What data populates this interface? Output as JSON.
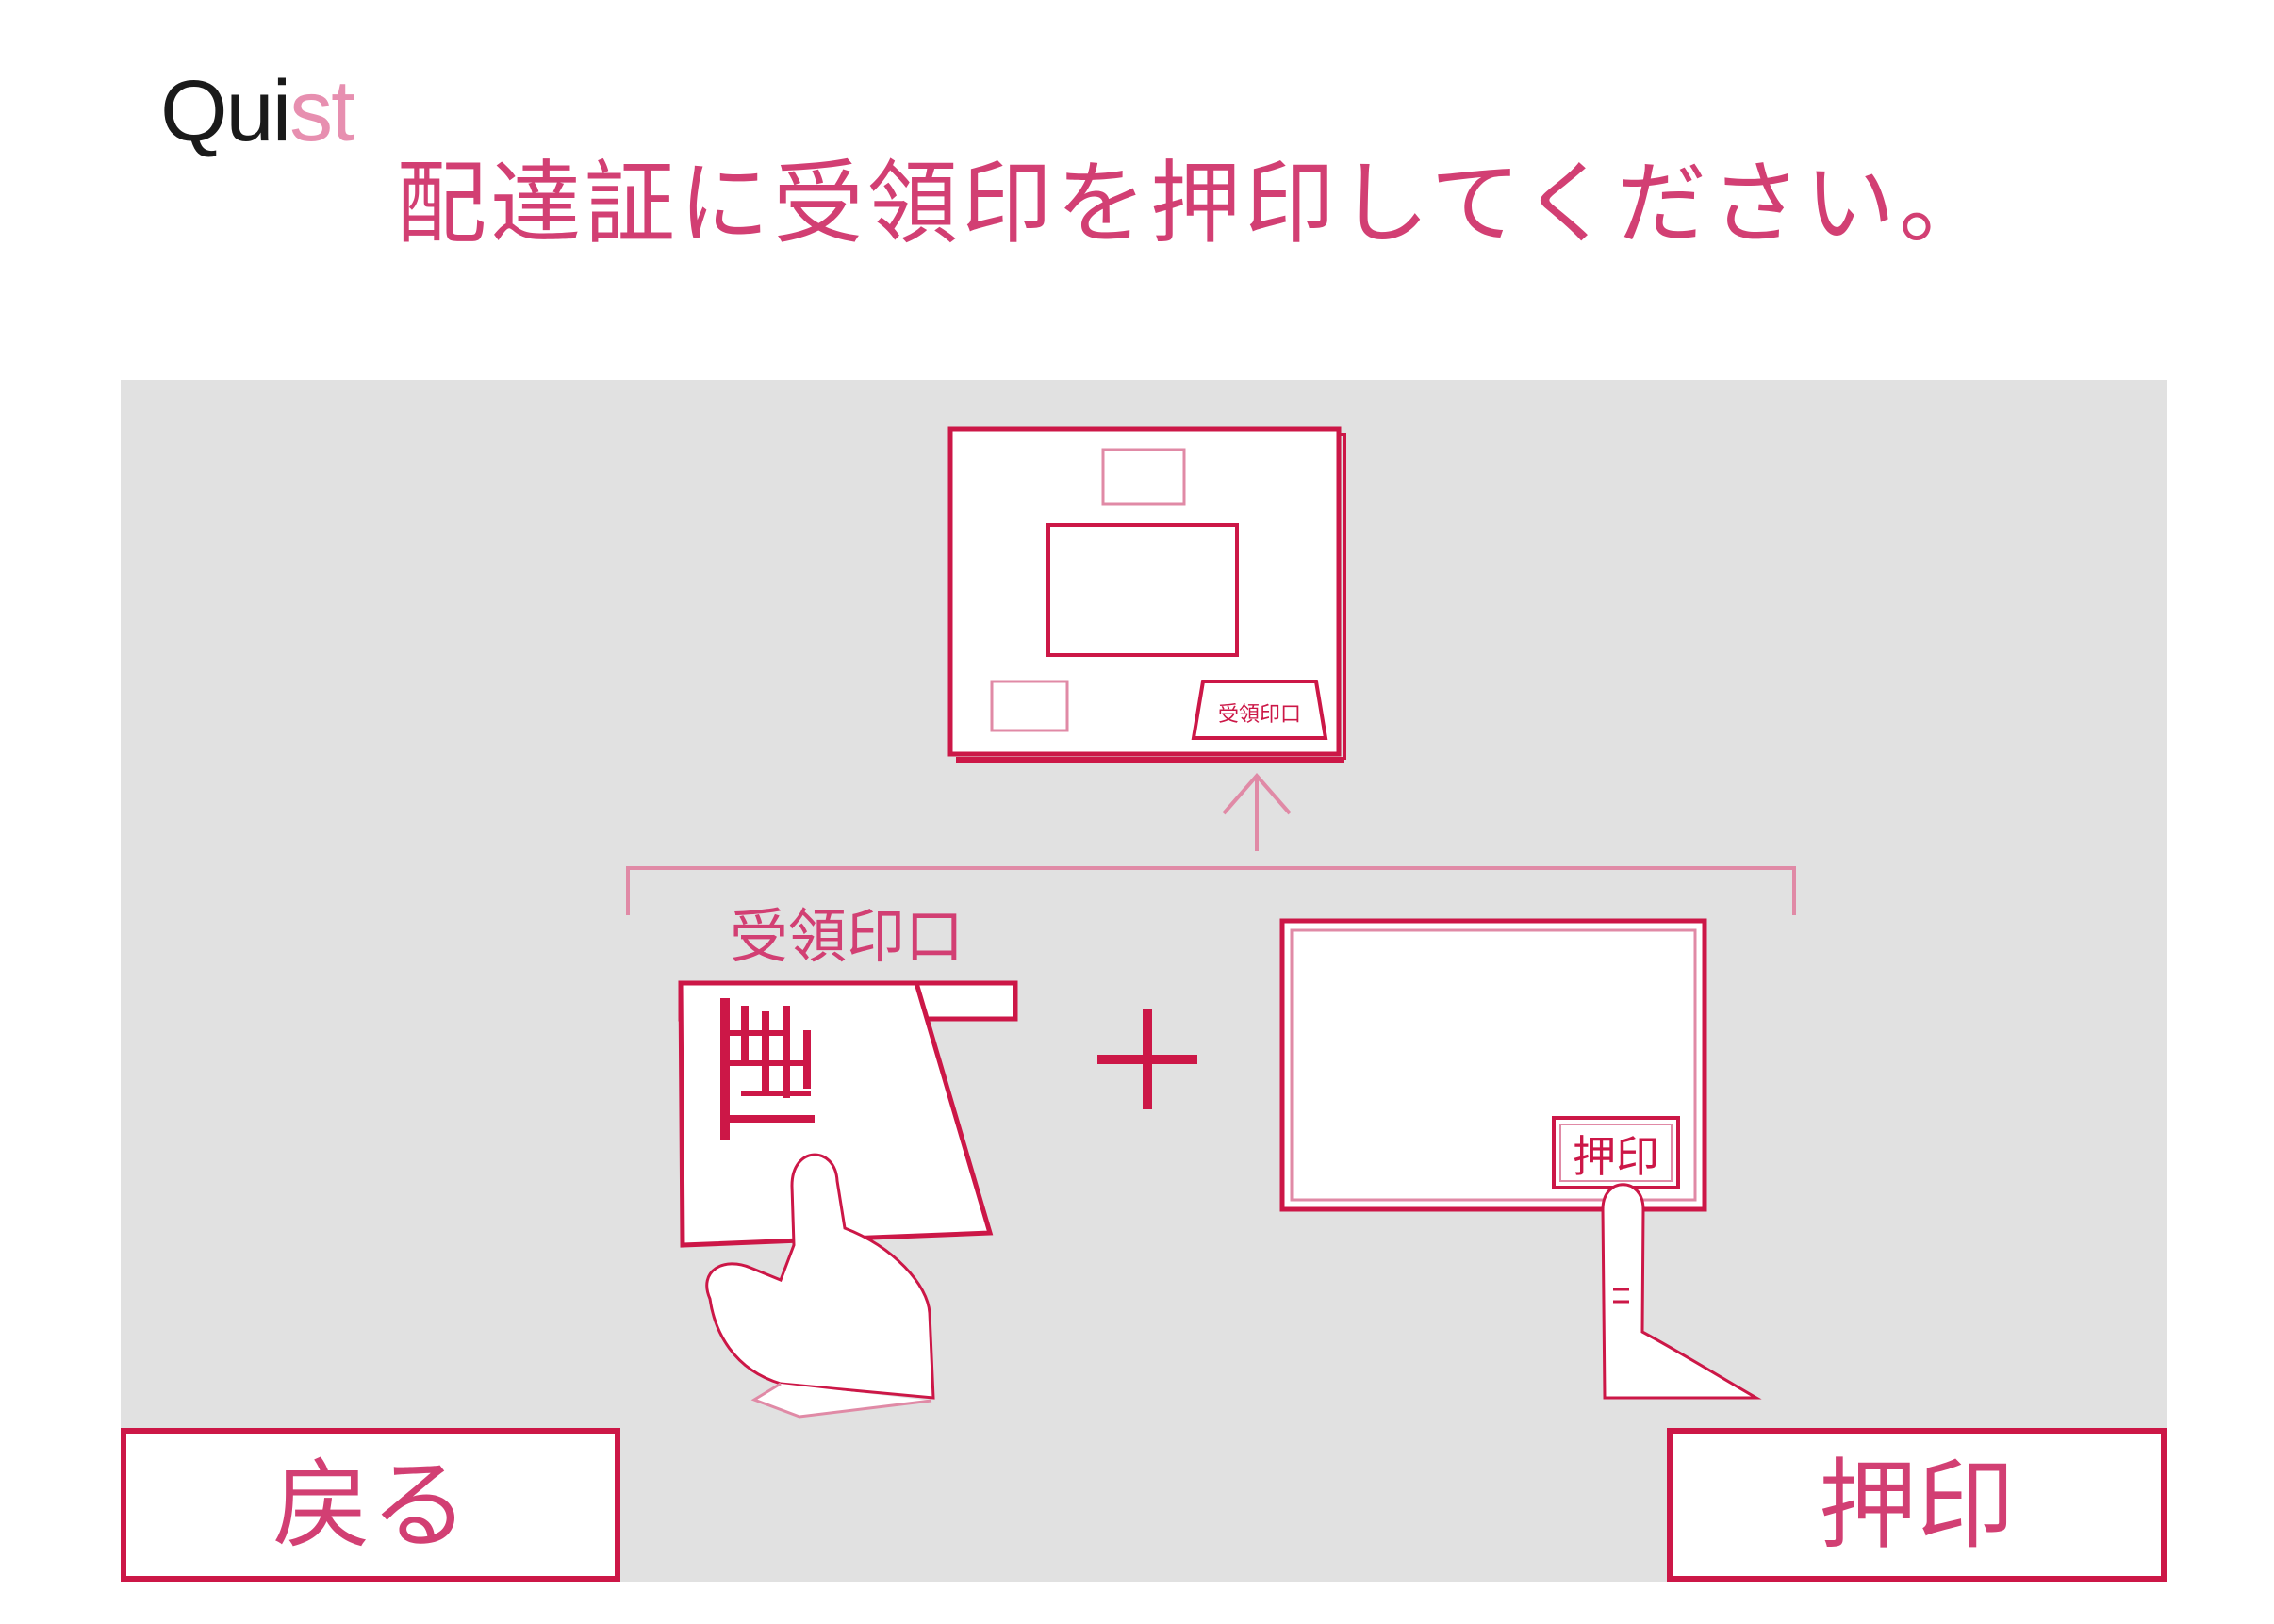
{
  "header": {
    "logo_main": "Qui",
    "logo_accent": "st",
    "instruction": "配達証に受領印を押印してください。"
  },
  "illustration": {
    "slot_label": "受領印口",
    "slip_text": "受領印口",
    "screen_button_label": "押印",
    "plus_sign": "+"
  },
  "buttons": {
    "back_label": "戻る",
    "stamp_label": "押印"
  },
  "colors": {
    "accent": "#cc1747",
    "accent_text": "#d23f73",
    "panel_bg": "#e1e1e1"
  }
}
